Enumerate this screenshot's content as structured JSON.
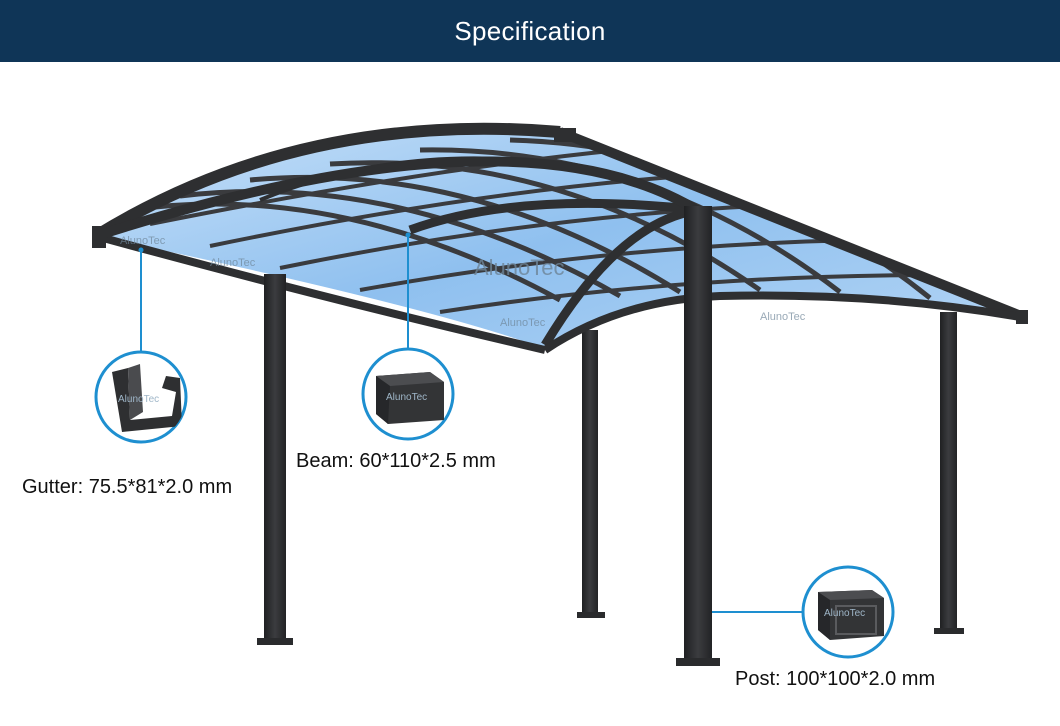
{
  "header": {
    "title": "Specification"
  },
  "brand": {
    "watermark": "AlunoTec"
  },
  "callouts": [
    {
      "id": "gutter",
      "label": "Gutter: 75.5*81*2.0 mm",
      "icon": "gutter-profile-icon"
    },
    {
      "id": "beam",
      "label": "Beam: 60*110*2.5 mm",
      "icon": "beam-profile-icon"
    },
    {
      "id": "post",
      "label": "Post: 100*100*2.0 mm",
      "icon": "post-profile-icon"
    }
  ],
  "colors": {
    "header_bg": "#0f3557",
    "frame": "#2e2f31",
    "panel": "#9cc6ee",
    "callout_ring": "#1e8fd0"
  }
}
